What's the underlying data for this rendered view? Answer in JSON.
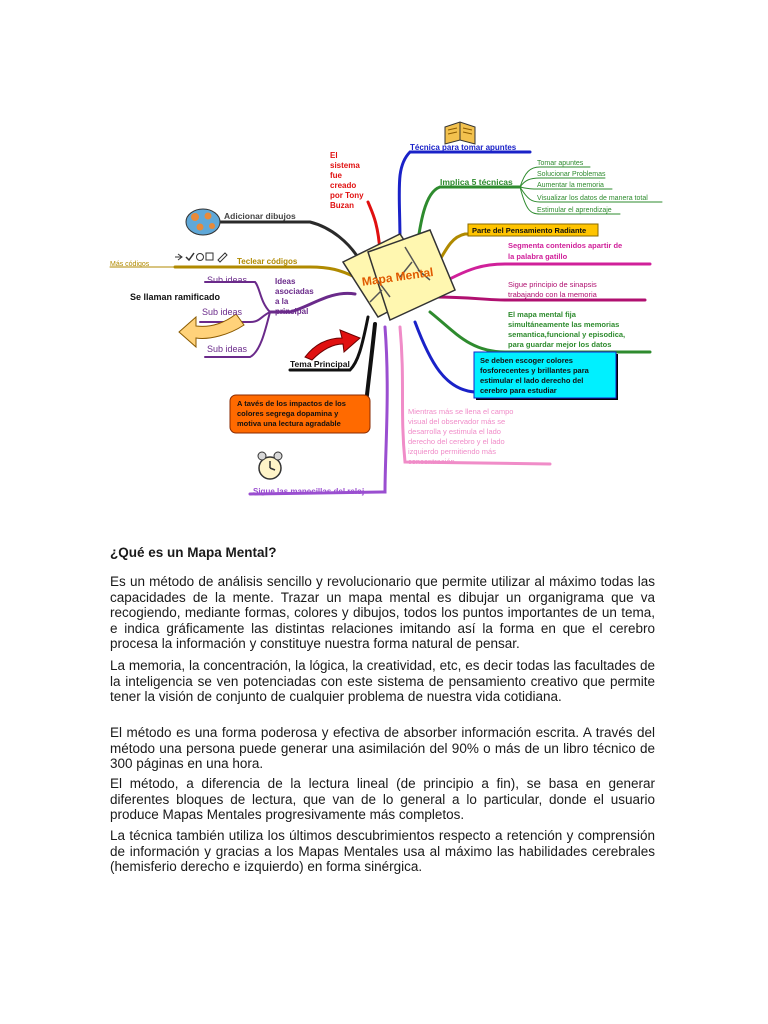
{
  "mindmap": {
    "center": "Mapa Mental",
    "left": {
      "mas_codigos": "Más códigos",
      "teclear_codigos": "Teclear códigos",
      "adicionar_dibujos": "Adicionar dibujos",
      "sistema_lines": [
        "El",
        "sistema",
        "fue",
        "creado",
        "por Tony",
        "Buzan"
      ],
      "sub_ideas": [
        "Sub ideas",
        "Sub ideas",
        "Sub ideas"
      ],
      "se_llaman": "Se llaman ramificado",
      "ideas_asociadas_lines": [
        "Ideas",
        "asociadas",
        "a la",
        "principal"
      ],
      "tema_principal": "Tema Principal",
      "dopamina_lines": [
        "A tavés de los impactos de los",
        "colores segrega dopamina y",
        "motiva una lectura agradable"
      ],
      "sigue_manecillas": "Sigue las manecillas del reloj"
    },
    "right": {
      "tecnica": "Técnica para tomar apuntes",
      "implica": "Implica 5 técnicas",
      "tecnicas_list": [
        "Tomar apuntes",
        "Solucionar Problemas",
        "Aumentar la memoria",
        "Visualizar los datos de manera total",
        "Estimular el aprendizaje"
      ],
      "parte_pensamiento": "Parte del Pensamiento Radiante",
      "segmenta_lines": [
        "Segmenta contenidos apartir de",
        "la palabra gatillo"
      ],
      "sinapsis_lines": [
        "Sigue principio de sinapsis",
        "trabajando con la memoria"
      ],
      "mapa_fija_lines": [
        "El mapa mental fija",
        "simultáneamente las memorias",
        "semantica,funcional y episodica,",
        "para guardar mejor los datos"
      ],
      "colores_lines": [
        "Se deben escoger colores",
        "fosforecentes y brillantes para",
        "estimular el lado derecho del",
        "cerebro para estudiar"
      ],
      "mientras_lines": [
        "Mientras más se llena el campo",
        "visual del observador más se",
        "desarrolla y estimula el lado",
        "derecho del cerebro y el lado",
        "izquierdo permitiendo más",
        "concentración"
      ]
    }
  },
  "article": {
    "heading": "¿Qué es un Mapa Mental?",
    "paragraphs": [
      "Es un método de análisis sencillo  y revolucionario que permite utilizar al máximo todas las capacidades de la mente. Trazar un mapa mental es dibujar un organigrama que va recogiendo, mediante formas, colores y dibujos, todos los puntos importantes de un tema, e indica gráficamente las distintas relaciones imitando así la forma en que el cerebro procesa la información y constituye nuestra forma natural de pensar.",
      "La memoria, la concentración, la lógica, la creatividad, etc, es decir todas las facultades de la inteligencia se ven potenciadas con este sistema de pensamiento creativo que permite tener la visión de conjunto de cualquier problema de nuestra vida cotidiana.",
      "El método es una forma poderosa y efectiva de absorber información escrita. A través del método una persona puede generar una asimilación del 90% o más de un libro técnico de 300 páginas en una hora.",
      "El método, a diferencia de la lectura lineal (de principio a fin), se basa en generar diferentes bloques de lectura, que van de lo general a lo particular, donde el usuario produce Mapas Mentales progresivamente más completos.",
      "La técnica también utiliza los últimos descubrimientos respecto a retención y comprensión de información y gracias a los Mapas Mentales usa al máximo las habilidades cerebrales (hemisferio derecho e izquierdo) en forma sinérgica."
    ]
  },
  "colors": {
    "blue": "#1a22c8",
    "green": "#2e8b2e",
    "magenta": "#d0209a",
    "red": "#e01010",
    "gold": "#b08a00",
    "olive": "#808000",
    "pink": "#f08cc8",
    "orange_box": "#ff6a00",
    "cyan_box": "#00f0ff",
    "note_yellow": "#fff7b0",
    "dark_branch": "#2a2a2a"
  }
}
